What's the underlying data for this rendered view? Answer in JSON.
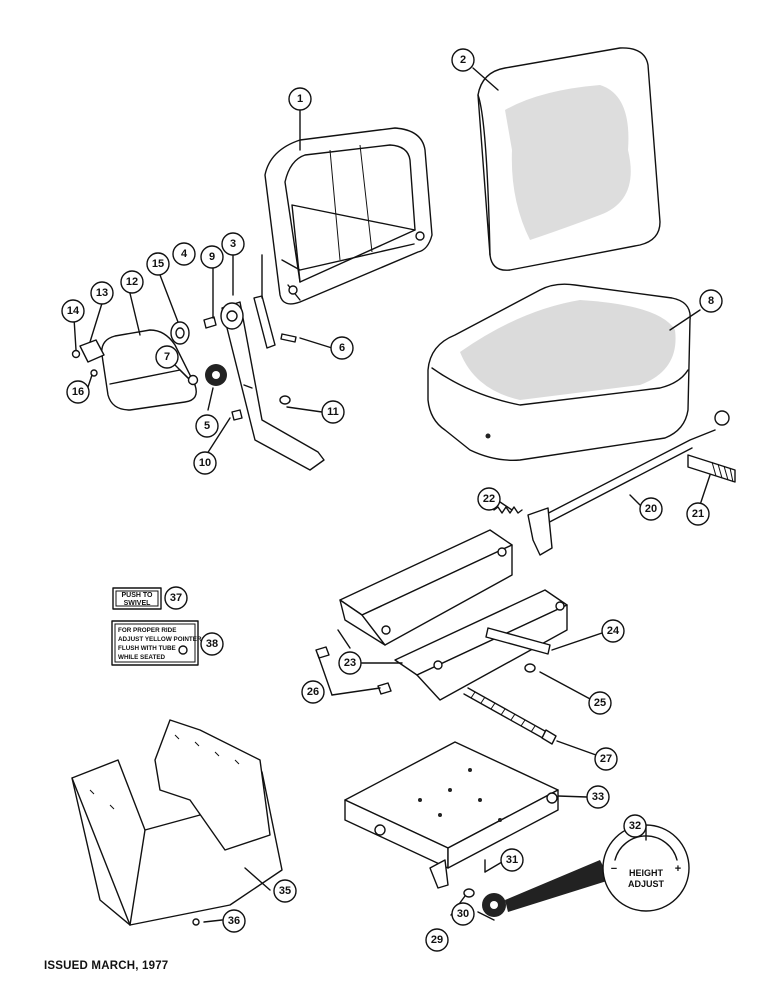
{
  "footer": "ISSUED MARCH, 1977",
  "decals": {
    "swivel": [
      "PUSH TO",
      "SWIVEL"
    ],
    "ride": [
      "FOR PROPER RIDE",
      "ADJUST YELLOW POINTER",
      "FLUSH WITH TUBE",
      "WHILE SEATED"
    ],
    "height": {
      "line1": "HEIGHT",
      "line2": "ADJUST",
      "minus": "−",
      "plus": "+"
    }
  },
  "callouts": {
    "c1": "1",
    "c2": "2",
    "c3": "3",
    "c4": "4",
    "c5": "5",
    "c6": "6",
    "c7": "7",
    "c8": "8",
    "c9": "9",
    "c10": "10",
    "c11": "11",
    "c12": "12",
    "c13": "13",
    "c14": "14",
    "c15": "15",
    "c16": "16",
    "c20": "20",
    "c21": "21",
    "c22": "22",
    "c23": "23",
    "c24": "24",
    "c25": "25",
    "c26": "26",
    "c27": "27",
    "c29": "29",
    "c30": "30",
    "c31": "31",
    "c32": "32",
    "c33": "33",
    "c35": "35",
    "c36": "36",
    "c37": "37",
    "c38": "38"
  }
}
